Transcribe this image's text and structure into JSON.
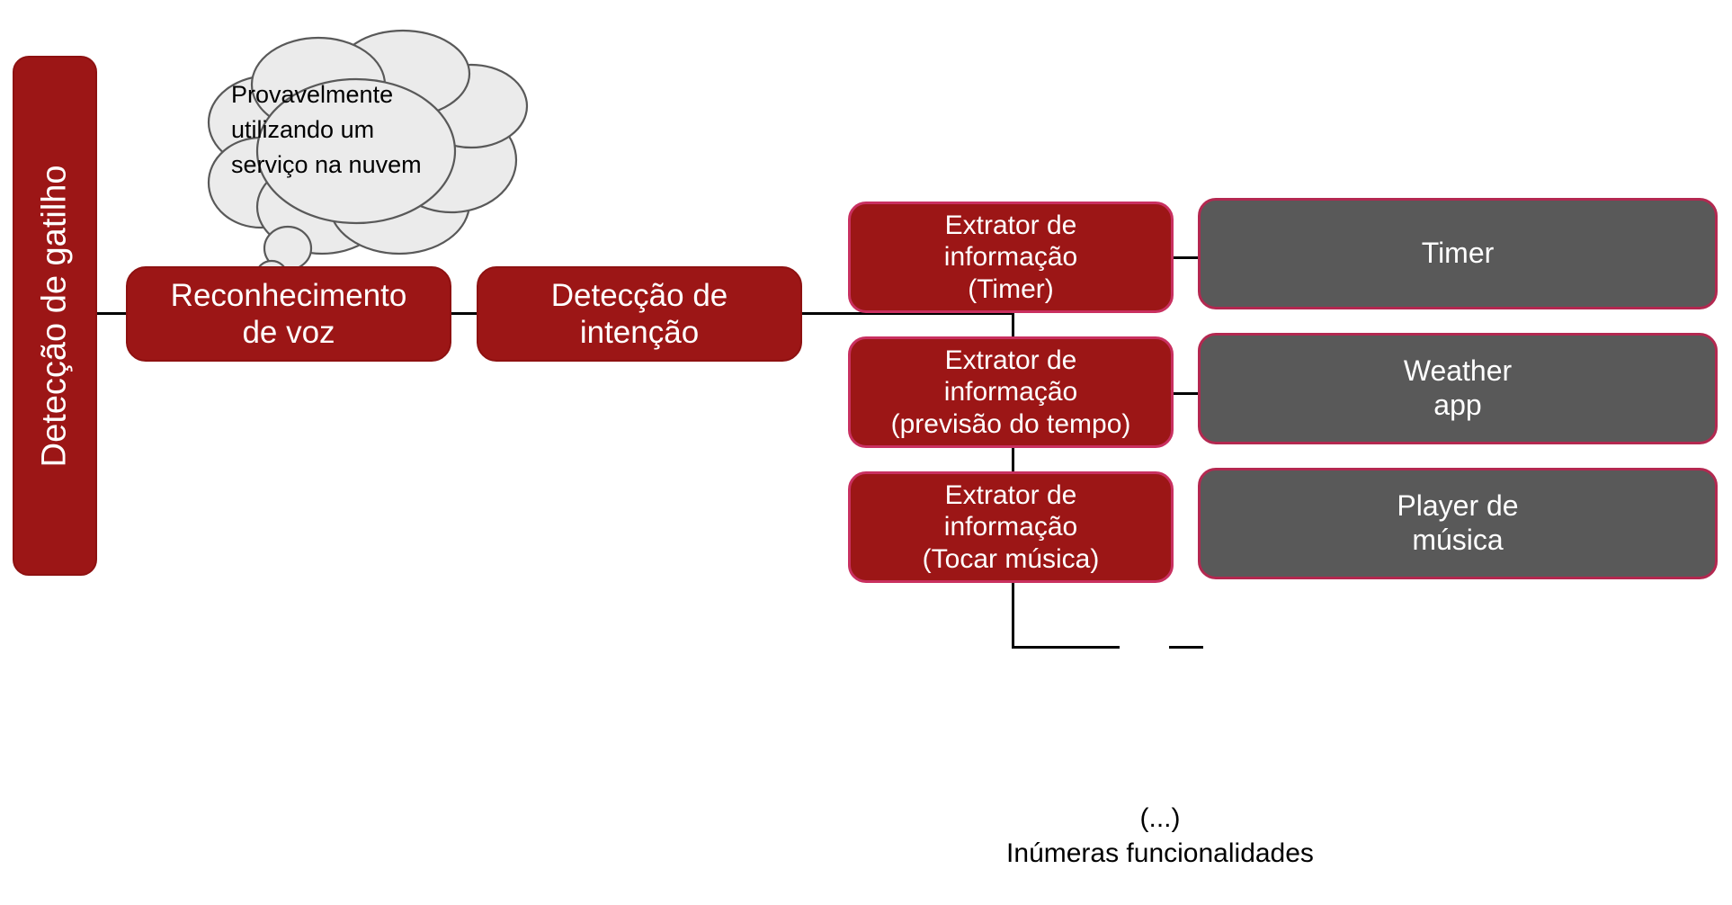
{
  "diagram": {
    "title_note": "Voice assistant pipeline diagram",
    "colors": {
      "red_fill": "#9C1616",
      "red_border": "#8E1111",
      "pink_border": "#C93060",
      "gray_fill": "#595959",
      "cloud_fill": "#EBEBEB",
      "cloud_stroke": "#595959",
      "line": "#000000",
      "background": "#FFFFFF"
    },
    "trigger": {
      "label": "Detecção de gatilho"
    },
    "cloud": {
      "text": "Provavelmente\nutilizando um\nserviço na nuvem"
    },
    "pipeline": [
      {
        "id": "asr",
        "label": "Reconhecimento\nde voz"
      },
      {
        "id": "intent",
        "label": "Detecção de\nintenção"
      }
    ],
    "extractors": [
      {
        "id": "timer",
        "label": "Extrator de\ninformação\n(Timer)"
      },
      {
        "id": "weather",
        "label": "Extrator de\ninformação\n(previsão do tempo)"
      },
      {
        "id": "music",
        "label": "Extrator de\ninformação\n(Tocar música)"
      }
    ],
    "apps": [
      {
        "id": "timer",
        "label": "Timer"
      },
      {
        "id": "weather",
        "label": "Weather\napp"
      },
      {
        "id": "music",
        "label": "Player de\nmúsica"
      }
    ],
    "footer": {
      "line1": "(...)",
      "line2": "Inúmeras funcionalidades"
    }
  }
}
